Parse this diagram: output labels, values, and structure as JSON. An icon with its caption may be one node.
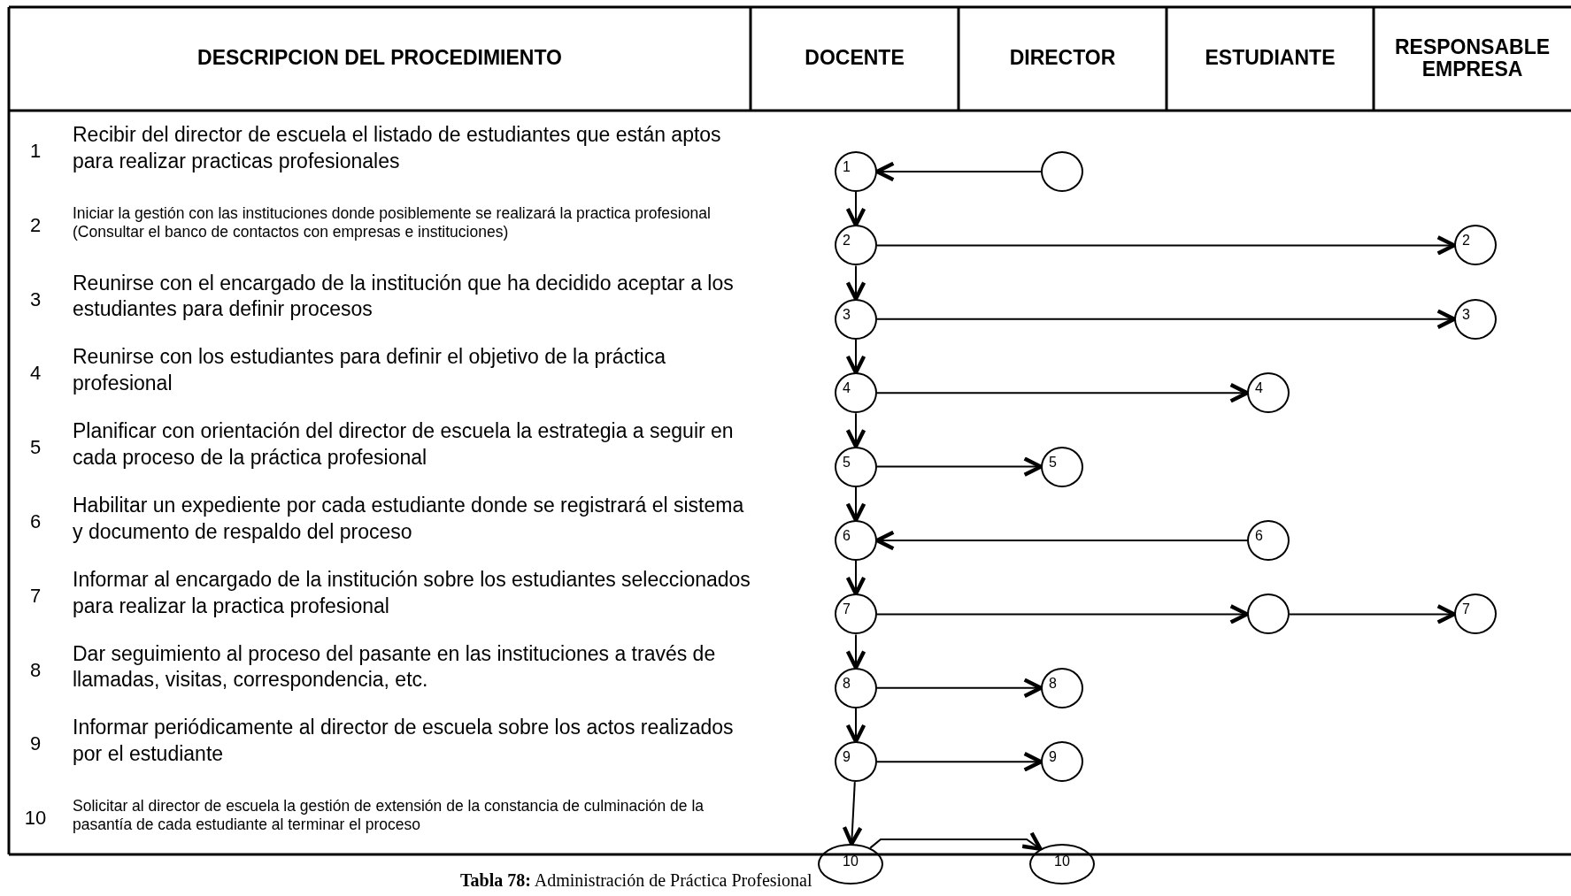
{
  "diagram": {
    "caption": "**Tabla 78:** Administración de Práctica Profesional",
    "nodes": [
      {
        "text": [
          "1"
        ]
      },
      {
        "text": [],
        "shape": "circle"
      },
      {
        "text": [
          "2"
        ]
      },
      {
        "text": [
          "2"
        ]
      },
      {
        "text": [
          "3"
        ]
      },
      {
        "text": [
          "3"
        ]
      },
      {
        "text": [
          "4"
        ]
      },
      {
        "text": [
          "4"
        ]
      },
      {
        "text": [
          "5"
        ]
      },
      {
        "text": [
          "5"
        ]
      },
      {
        "text": [
          "6"
        ]
      },
      {
        "text": [
          "6"
        ]
      },
      {
        "text": [
          "7"
        ]
      },
      {
        "text": [],
        "shape": "circle"
      },
      {
        "text": [
          "7"
        ]
      },
      {
        "text": [
          "8"
        ]
      },
      {
        "text": [
          "8"
        ]
      },
      {
        "text": [
          "9"
        ]
      },
      {
        "text": [
          "9"
        ]
      },
      {
        "text": [
          "10"
        ]
      },
      {
        "text": [
          "10"
        ]
      }
    ],
    "edges": [
      {
        "from": 1,
        "to": 0,
        "arrow": "to"
      },
      {
        "from": 0,
        "to": 2,
        "arrow": "to"
      },
      {
        "from": 2,
        "to": 3,
        "arrow": "to"
      },
      {
        "from": 2,
        "to": 4,
        "arrow": "to"
      },
      {
        "from": 4,
        "to": 5,
        "arrow": "to"
      },
      {
        "from": 4,
        "to": 6,
        "arrow": "to"
      },
      {
        "from": 6,
        "to": 7,
        "arrow": "to"
      },
      {
        "from": 6,
        "to": 8,
        "arrow": "to"
      },
      {
        "from": 8,
        "to": 9,
        "arrow": "to"
      },
      {
        "from": 8,
        "to": 10,
        "arrow": "to"
      },
      {
        "from": 11,
        "to": 10,
        "arrow": "to"
      },
      {
        "from": 10,
        "to": 12,
        "arrow": "to"
      },
      {
        "from": 12,
        "to": 13,
        "arrow": "to"
      },
      {
        "from": 13,
        "to": 14,
        "arrow": "to"
      },
      {
        "from": 12,
        "to": 15,
        "arrow": "to"
      },
      {
        "from": 15,
        "to": 16,
        "arrow": "to"
      },
      {
        "from": 15,
        "to": 17,
        "arrow": "to"
      },
      {
        "from": 17,
        "to": 18,
        "arrow": "to"
      },
      {
        "from": 17,
        "to": 19,
        "arrow": "to"
      },
      {
        "from": 19,
        "to": 20,
        "arrow": "to"
      }
    ],
    "labels": [
      "DESCRIPCION DEL PROCEDIMIENTO",
      "DOCENTE",
      "DIRECTOR",
      "ESTUDIANTE",
      "RESPONSABLE EMPRESA",
      "1",
      "Recibir del director de escuela el listado de estudiantes que están aptos para realizar practicas profesionales",
      "2",
      "Iniciar la gestión con las instituciones donde posiblemente se realizará la practica profesional (Consultar el banco de contactos con empresas e instituciones)",
      "3",
      "Reunirse con el encargado de la institución que ha decidido aceptar a los estudiantes para definir procesos",
      "4",
      "Reunirse con los estudiantes para definir el objetivo de la práctica profesional",
      "5",
      "Planificar con orientación del director de escuela la estrategia a seguir en cada proceso de la práctica profesional",
      "6",
      "Habilitar un expediente por cada estudiante donde se registrará el sistema y documento de respaldo del proceso",
      "7",
      "Informar al encargado de la institución sobre los estudiantes seleccionados para realizar la practica profesional",
      "8",
      "Dar seguimiento al proceso del pasante en las instituciones a través de llamadas, visitas, correspondencia, etc.",
      "9",
      "Informar periódicamente al director de escuela sobre los actos realizados por el estudiante",
      "10",
      "Solicitar al director de escuela la gestión de extensión de la constancia de culminación de la pasantía de cada estudiante al terminar el proceso"
    ]
  }
}
